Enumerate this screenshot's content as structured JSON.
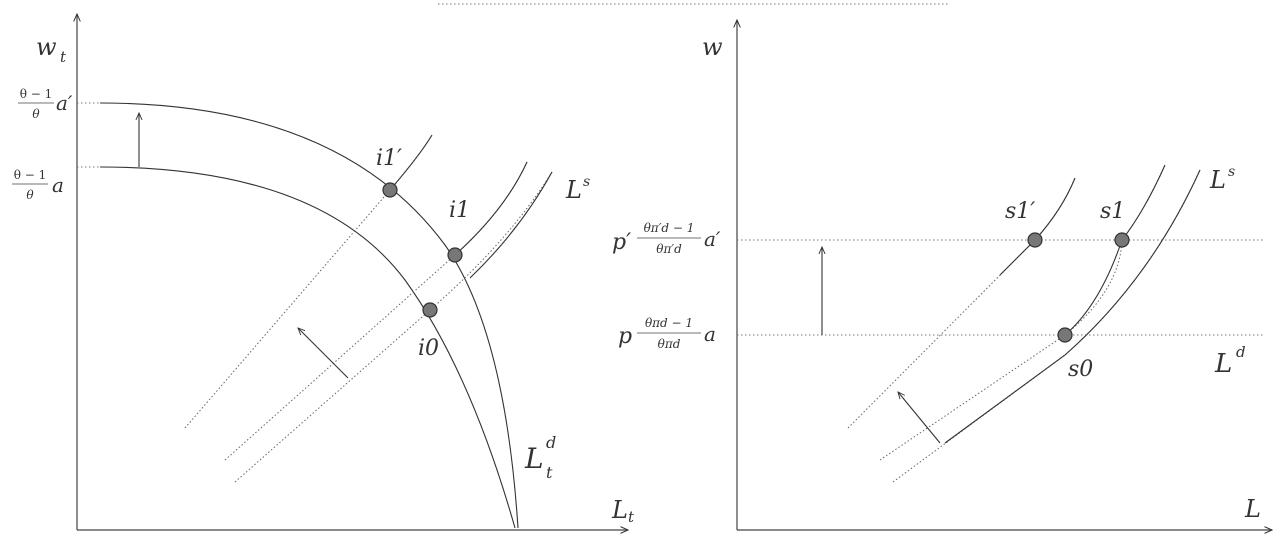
{
  "left_panel": {
    "y_axis_label": "w",
    "y_axis_sub": "t",
    "x_axis_label": "L",
    "x_axis_sub": "t",
    "tick_high_num": "θ − 1",
    "tick_high_den": "θ",
    "tick_high_var": "a′",
    "tick_low_num": "θ − 1",
    "tick_low_den": "θ",
    "tick_low_var": "a",
    "points": [
      "i1′",
      "i1",
      "i0"
    ],
    "supply_label": "L",
    "supply_sup": "s",
    "demand_label": "L",
    "demand_sub": "t",
    "demand_sup": "d"
  },
  "right_panel": {
    "y_axis_label": "w",
    "x_axis_label": "L",
    "tick_high_p": "p′",
    "tick_high_num": "θπ′d − 1",
    "tick_high_den": "θπ′d",
    "tick_high_var": "a′",
    "tick_low_p": "p",
    "tick_low_num": "θπd − 1",
    "tick_low_den": "θπd",
    "tick_low_var": "a",
    "points": [
      "s1′",
      "s1",
      "s0"
    ],
    "supply_label": "L",
    "supply_sup": "s",
    "demand_label": "L",
    "demand_sup": "d"
  },
  "colors": {
    "line": "#333333",
    "dot_fill": "#777777"
  }
}
